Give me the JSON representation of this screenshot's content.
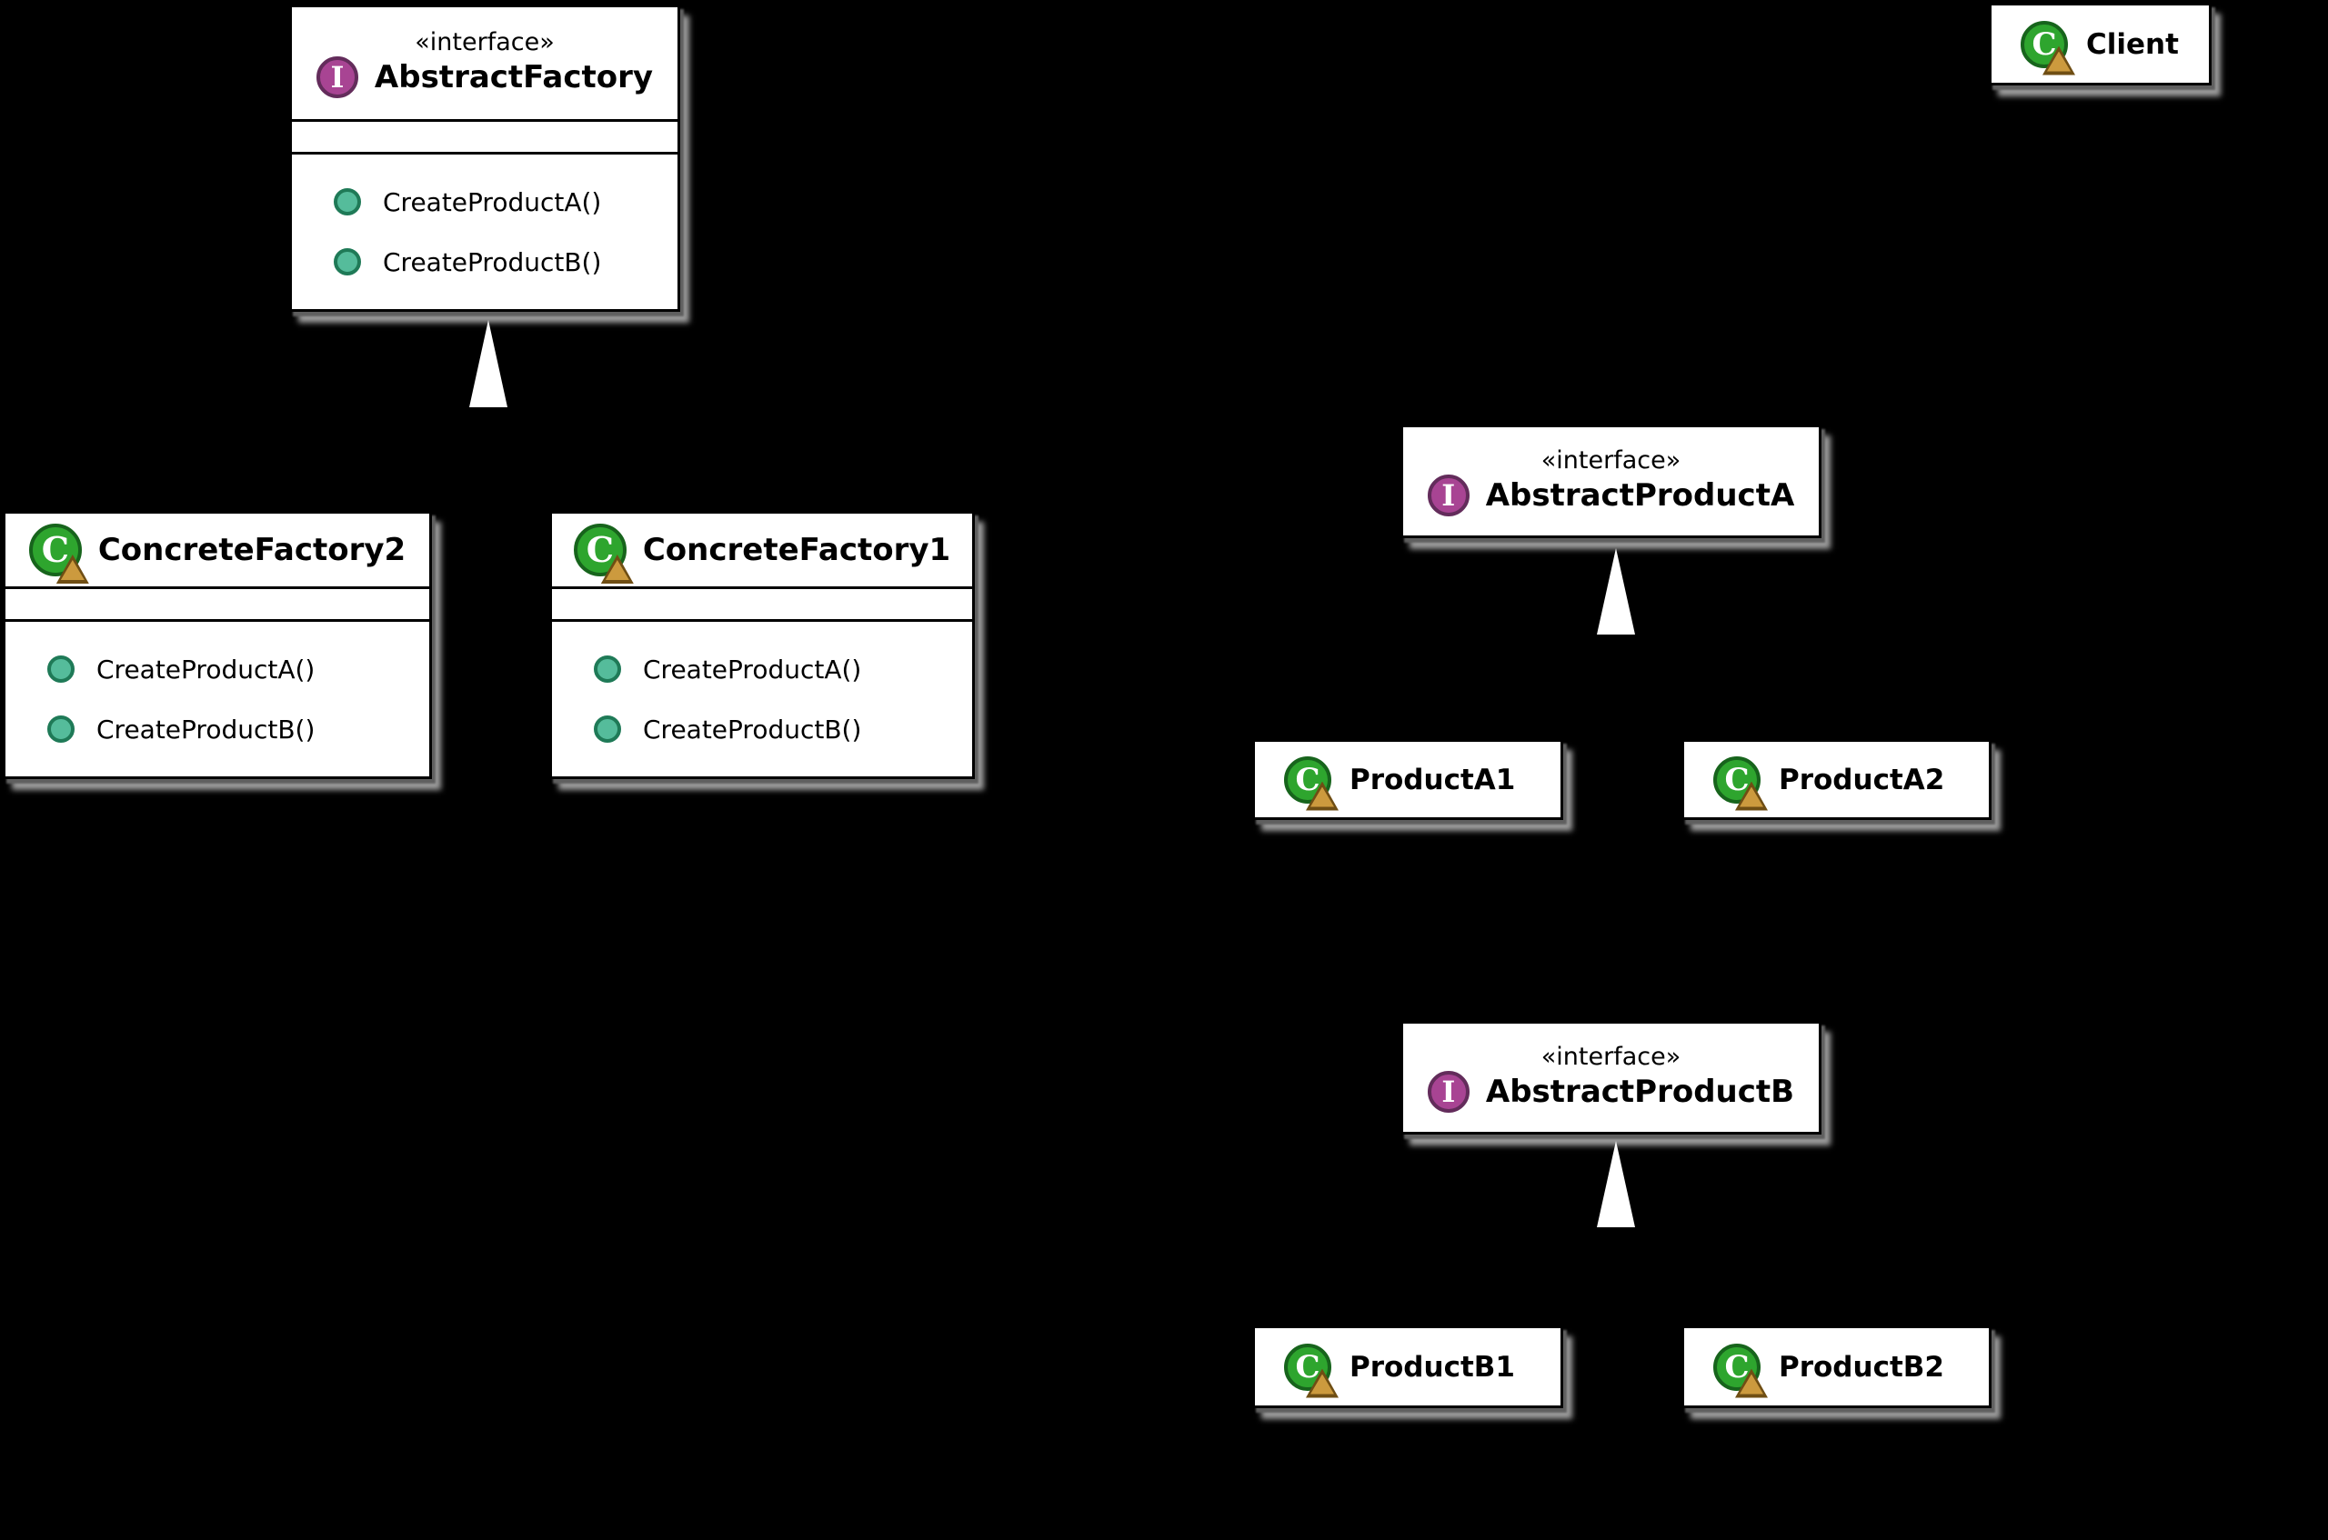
{
  "diagram": {
    "kind": "uml-class-diagram",
    "pattern": "Abstract Factory",
    "background": "#000000",
    "colors": {
      "box_fill": "#FFFFFF",
      "box_border": "#000000",
      "shadow": "#9E9E9E",
      "interface_icon": "#A84493",
      "interface_icon_border": "#632C5B",
      "class_icon": "#2EA52E",
      "class_icon_border": "#17641C",
      "class_icon_badge": "#CC9A3E",
      "method_dot": "#55BC9B",
      "method_dot_border": "#1F7A57",
      "arrowhead": "#FFFFFF",
      "text": "#000000"
    },
    "icons": {
      "interface_letter": "I",
      "class_letter": "C"
    },
    "nodes": {
      "abstractFactory": {
        "stereotype": "«interface»",
        "name": "AbstractFactory",
        "methods": [
          "CreateProductA()",
          "CreateProductB()"
        ]
      },
      "concreteFactory2": {
        "name": "ConcreteFactory2",
        "methods": [
          "CreateProductA()",
          "CreateProductB()"
        ]
      },
      "concreteFactory1": {
        "name": "ConcreteFactory1",
        "methods": [
          "CreateProductA()",
          "CreateProductB()"
        ]
      },
      "client": {
        "name": "Client"
      },
      "abstractProductA": {
        "stereotype": "«interface»",
        "name": "AbstractProductA"
      },
      "productA1": {
        "name": "ProductA1"
      },
      "productA2": {
        "name": "ProductA2"
      },
      "abstractProductB": {
        "stereotype": "«interface»",
        "name": "AbstractProductB"
      },
      "productB1": {
        "name": "ProductB1"
      },
      "productB2": {
        "name": "ProductB2"
      }
    }
  }
}
